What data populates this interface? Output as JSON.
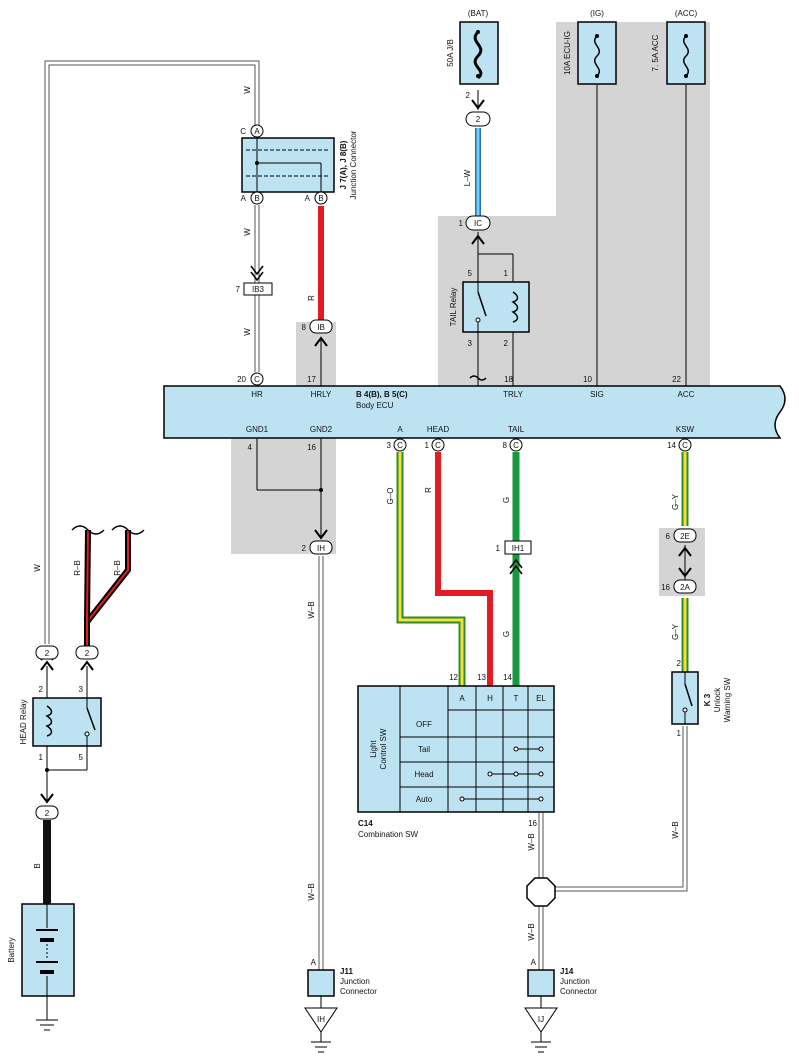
{
  "sources": {
    "bat_label": "(BAT)",
    "bat_fuse": "50A J/B",
    "ig_label": "(IG)",
    "ig_fuse": "10A ECU-IG",
    "acc_label": "(ACC)",
    "acc_fuse": "7. 5A ACC"
  },
  "wire_colors": {
    "w": "W",
    "lw": "L–W",
    "r": "R",
    "rb": "R–B",
    "go": "G–O",
    "g": "G",
    "gy": "G–Y",
    "wb": "W–B",
    "b": "B"
  },
  "junction_j7": {
    "id": "J 7(A), J 8(B)",
    "desc": "Junction Connector",
    "pin_c": "C",
    "pin_a": "A",
    "pin_a2": "A",
    "conn_a": "A",
    "conn_b": "B",
    "conn_b2": "B"
  },
  "ecu": {
    "id": "B 4(B), B 5(C)",
    "name": "Body ECU",
    "top_pins": [
      "HR",
      "HRLY",
      "TRLY",
      "SIG",
      "ACC"
    ],
    "top_nums": [
      "20",
      "17",
      "18",
      "10",
      "22"
    ],
    "top_conn": "C",
    "bottom_pins": [
      "GND1",
      "GND2",
      "A",
      "HEAD",
      "TAIL",
      "KSW"
    ],
    "bottom_nums": [
      "4",
      "16",
      "3",
      "1",
      "8",
      "14"
    ],
    "bottom_conn": "C"
  },
  "connectors": {
    "ib3": "IB3",
    "ib3_pin": "7",
    "ib": "IB",
    "ib_pin": "8",
    "ic": "IC",
    "ic_pin": "1",
    "bat_pin": "2",
    "bat_conn": "2",
    "ih": "IH",
    "ih_pin": "2",
    "ih1": "IH1",
    "ih1_pin": "1",
    "e2": "2E",
    "e2_pin": "6",
    "a2": "2A",
    "a2_pin": "16"
  },
  "tail_relay": {
    "label": "TAIL Relay",
    "p5": "5",
    "p1": "1",
    "p3": "3",
    "p2": "2"
  },
  "head_relay": {
    "label": "HEAD Relay",
    "p2": "2",
    "p3": "3",
    "p1": "1",
    "p5": "5",
    "c1": "2",
    "c2": "2",
    "c3": "2"
  },
  "battery": {
    "label": "Battery"
  },
  "combo_sw": {
    "id": "C14",
    "name": "Combination SW",
    "side_label": "Light Control SW",
    "cols": [
      "A",
      "H",
      "T",
      "EL"
    ],
    "col_pins": [
      "12",
      "13",
      "14"
    ],
    "rows": [
      "OFF",
      "Tail",
      "Head",
      "Auto"
    ],
    "gnd_pin": "16"
  },
  "unlock_sw": {
    "id": "K 3",
    "name": "Unlock Warning SW",
    "p2": "2",
    "p1": "1"
  },
  "j11": {
    "id": "J11",
    "desc": "Junction Connector",
    "pin": "A",
    "ground": "IH"
  },
  "j14": {
    "id": "J14",
    "desc": "Junction Connector",
    "pin": "A",
    "ground": "IJ"
  }
}
